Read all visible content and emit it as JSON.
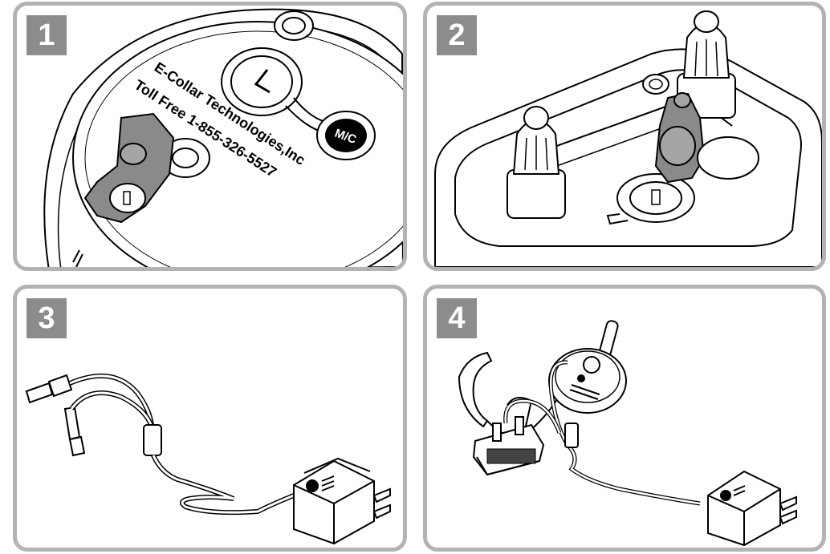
{
  "steps": [
    {
      "number": "1"
    },
    {
      "number": "2"
    },
    {
      "number": "3"
    },
    {
      "number": "4"
    }
  ],
  "collar_engraving": {
    "company": "E-Collar Technologies,Inc",
    "phone": "Toll Free 1-855-326-5527"
  },
  "buttons": {
    "mode_button": "M/C"
  },
  "colors": {
    "panel_border": "#b3b3b3",
    "badge_fill": "#8c8c8c",
    "cap_fill": "#8a8a8a",
    "line": "#000000"
  }
}
